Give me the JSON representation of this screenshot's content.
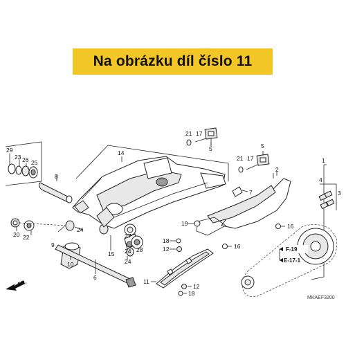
{
  "banner": {
    "text": "Na obrázku díl číslo 11",
    "color": "#f2c624"
  },
  "callouts": [
    "1",
    "2",
    "3",
    "4",
    "5",
    "5",
    "6",
    "7",
    "8",
    "9",
    "10",
    "11",
    "12",
    "12",
    "14",
    "15",
    "16",
    "16",
    "17",
    "17",
    "18",
    "18",
    "19",
    "20",
    "21",
    "21",
    "22",
    "23",
    "24",
    "24",
    "24",
    "25",
    "26",
    "27",
    "28",
    "29"
  ],
  "references": [
    "F-19",
    "E-17-1"
  ],
  "front_marker": "FR.",
  "diagram_code": "MKAEF3200"
}
